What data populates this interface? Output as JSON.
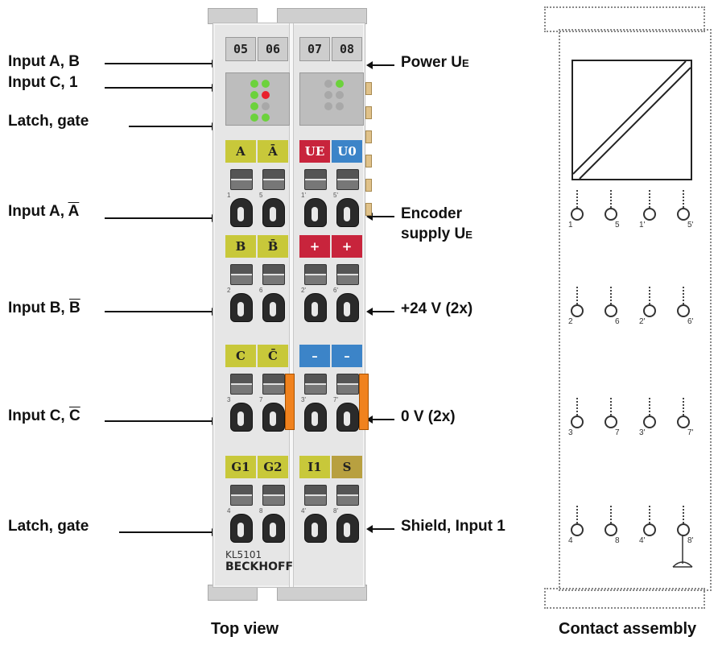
{
  "labels_left": [
    {
      "id": "input-a-b",
      "text": "Input A, B",
      "suffix": ""
    },
    {
      "id": "input-c-1",
      "text": "Input C, ",
      "suffix": "1"
    },
    {
      "id": "latch-gate-top",
      "text": "Latch, gate",
      "suffix": ""
    },
    {
      "id": "input-a-abar",
      "text": "Input A, ",
      "suffix": "A"
    },
    {
      "id": "input-b-bbar",
      "text": "Input B, ",
      "suffix": "B"
    },
    {
      "id": "input-c-cbar",
      "text": "Input C, ",
      "suffix": "C"
    },
    {
      "id": "latch-gate-bottom",
      "text": "Latch, gate",
      "suffix": ""
    }
  ],
  "labels_right": {
    "power": {
      "main": "Power U",
      "sub": "E"
    },
    "encoder_line1": "Encoder",
    "encoder_line2": {
      "main": "supply U",
      "sub": "E"
    },
    "plus24": "+24 V (2x)",
    "zero_v": "0 V (2x)",
    "shield": "Shield, Input 1"
  },
  "captions": {
    "top_view": "Top view",
    "contact_assembly": "Contact assembly"
  },
  "terminal": {
    "channels": [
      "05",
      "06",
      "07",
      "08"
    ],
    "row1": [
      {
        "text": "A",
        "color": "#c8c83a"
      },
      {
        "text": "Ā",
        "color": "#c8c83a"
      },
      {
        "text": "UE",
        "color": "#c8243c"
      },
      {
        "text": "U0",
        "color": "#3c84c8"
      }
    ],
    "row2": [
      {
        "text": "B",
        "color": "#c8c83a"
      },
      {
        "text": "B̄",
        "color": "#c8c83a"
      },
      {
        "text": "+",
        "color": "#c8243c"
      },
      {
        "text": "+",
        "color": "#c8243c"
      }
    ],
    "row3": [
      {
        "text": "C",
        "color": "#c8c83a"
      },
      {
        "text": "C̄",
        "color": "#c8c83a"
      },
      {
        "text": "–",
        "color": "#3c84c8"
      },
      {
        "text": "–",
        "color": "#3c84c8"
      }
    ],
    "row4": [
      {
        "text": "G1",
        "color": "#c8c83a"
      },
      {
        "text": "G2",
        "color": "#c8c83a"
      },
      {
        "text": "I1",
        "color": "#c8c83a"
      },
      {
        "text": "S",
        "color": "#b8a040"
      }
    ],
    "pins_row1": [
      "1",
      "5",
      "1'",
      "5'"
    ],
    "pins_row2": [
      "2",
      "6",
      "2'",
      "6'"
    ],
    "pins_row3": [
      "3",
      "7",
      "3'",
      "7'"
    ],
    "pins_row4": [
      "4",
      "8",
      "4'",
      "8'"
    ],
    "model": "KL5101",
    "brand": "BECKHOFF",
    "led_green": "#6cd23c",
    "led_red": "#e8202c"
  },
  "contact": {
    "pins_row1": [
      "1",
      "5",
      "1'",
      "5'"
    ],
    "pins_row2": [
      "2",
      "6",
      "2'",
      "6'"
    ],
    "pins_row3": [
      "3",
      "7",
      "3'",
      "7'"
    ],
    "pins_row4": [
      "4",
      "8",
      "4'",
      "8'"
    ]
  }
}
